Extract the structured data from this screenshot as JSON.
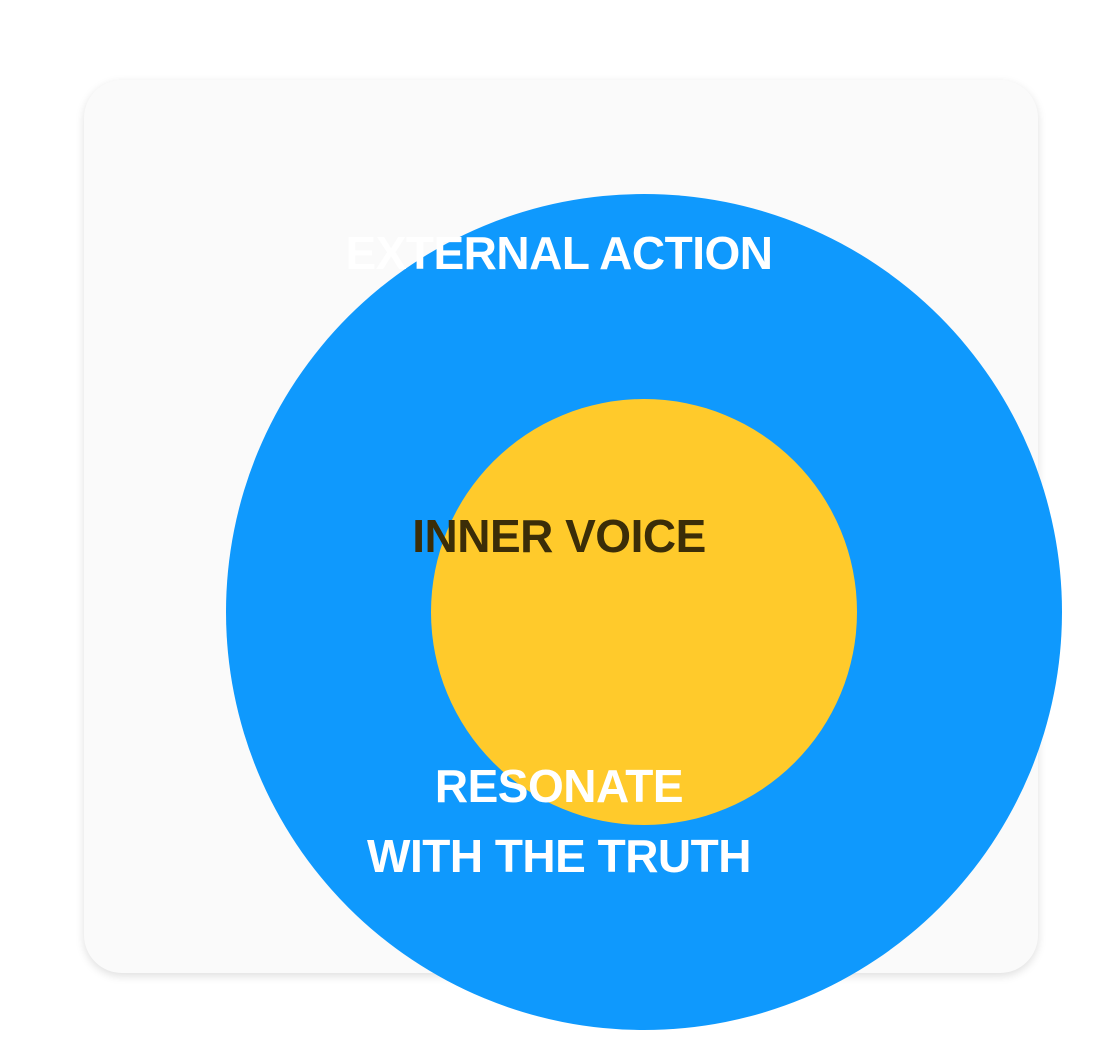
{
  "diagram": {
    "outer_label_top": "EXTERNAL ACTION",
    "inner_label": "INNER VOICE",
    "outer_label_bottom_line1": "RESONATE",
    "outer_label_bottom_line2": "WITH THE TRUTH"
  },
  "colors": {
    "page_background": "#ffffff",
    "card_background": "#fafafa",
    "outer_circle": "#0f99fd",
    "inner_circle": "#ffca2b",
    "outer_text": "#ffffff",
    "inner_text": "#3b2d08"
  }
}
